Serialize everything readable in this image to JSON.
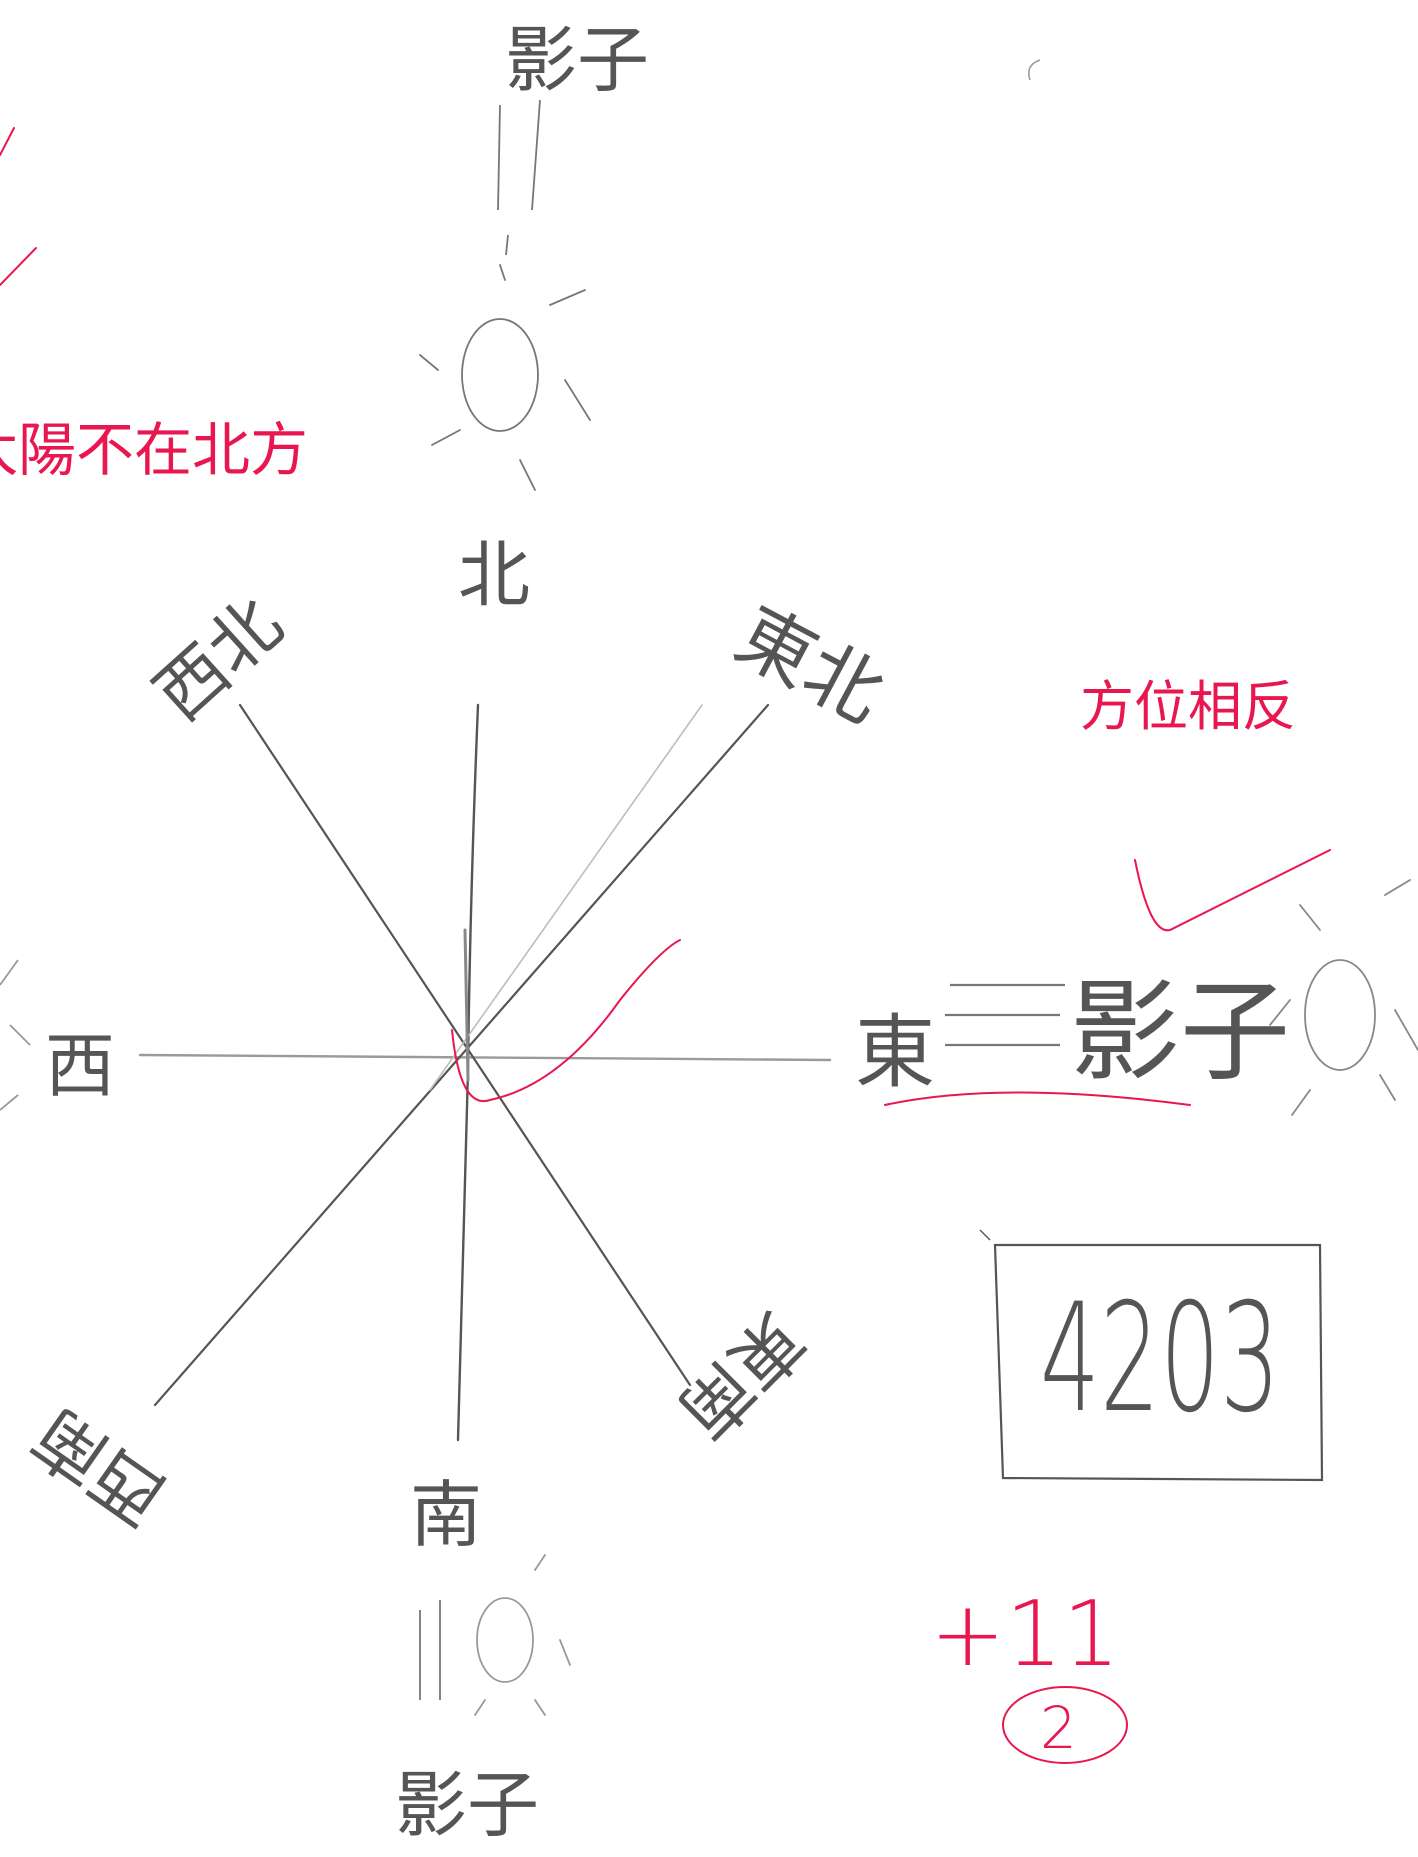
{
  "compass": {
    "north": "北",
    "south": "南",
    "east": "東",
    "west": "西",
    "northeast": "東北",
    "northwest": "西北",
    "southeast": "東南",
    "southwest": "西南"
  },
  "shadow_labels": {
    "north": "影子",
    "east": "影子",
    "south": "影子"
  },
  "annotations": {
    "sun_not_north": "太陽不在北方",
    "opposite_direction": "方位相反",
    "plus_score": "+11",
    "circled_number": "2"
  },
  "score_box": {
    "value": "4203"
  },
  "colors": {
    "pencil": "#555555",
    "light_pencil": "#9a9a9a",
    "correction_red": "#e8174f"
  }
}
